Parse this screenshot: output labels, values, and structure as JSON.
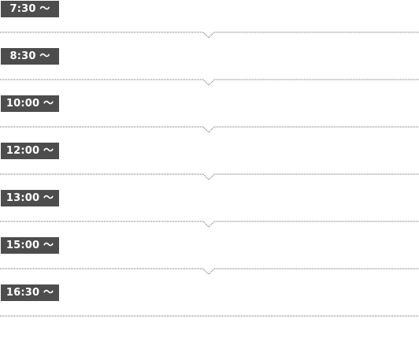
{
  "schedule": {
    "times": [
      "7:30 〜",
      "8:30 〜",
      "10:00 〜",
      "12:00 〜",
      "13:00 〜",
      "15:00 〜",
      "16:30 〜"
    ]
  },
  "colors": {
    "badge_background": "#4d4d4d",
    "badge_text": "#ffffff",
    "divider": "#666666"
  }
}
